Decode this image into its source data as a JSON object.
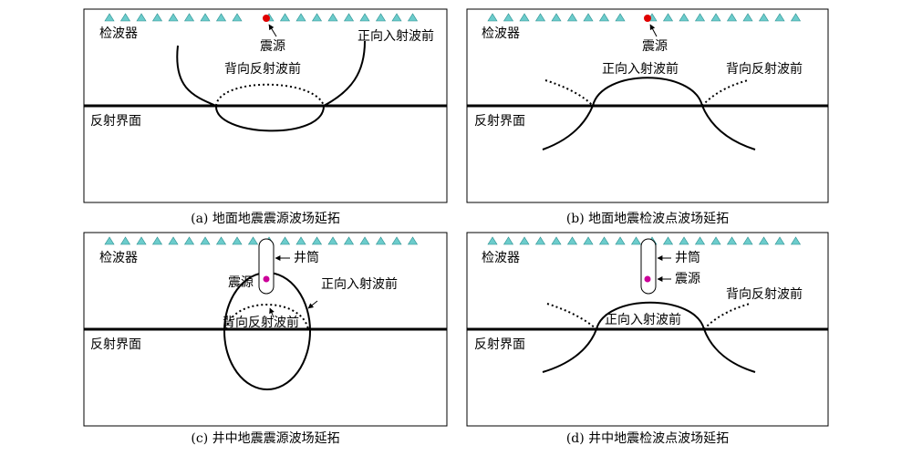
{
  "colors": {
    "receiver": "#6ccccc",
    "source_surface": "#e00000",
    "source_well": "#cc0099",
    "line": "#000000"
  },
  "labels": {
    "receivers": "检波器",
    "source": "震源",
    "reflector": "反射界面",
    "forward_wavefront": "正向入射波前",
    "backward_wavefront": "背向反射波前",
    "borehole": "井筒"
  },
  "panels": [
    {
      "id": "a",
      "caption": "(a) 地面地震震源波场延拓"
    },
    {
      "id": "b",
      "caption": "(b) 地面地震检波点波场延拓"
    },
    {
      "id": "c",
      "caption": "(c) 井中地震震源波场延拓"
    },
    {
      "id": "d",
      "caption": "(d) 井中地震检波点波场延拓"
    }
  ]
}
